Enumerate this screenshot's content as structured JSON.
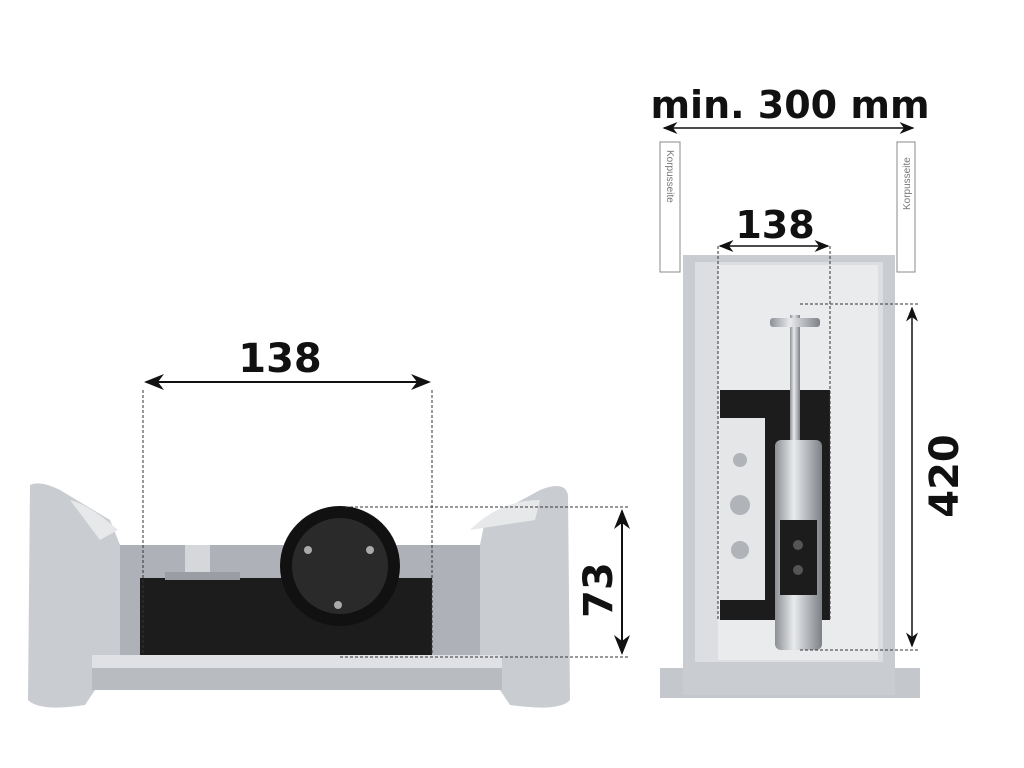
{
  "front_view": {
    "width_label": "138",
    "height_label": "73"
  },
  "top_view": {
    "cabinet_width_label": "min. 300 mm",
    "inner_width_label": "138",
    "length_label": "420",
    "side_panel_left": "Korpusseite",
    "side_panel_right": "Korpusseite"
  },
  "colors": {
    "drawer_gray": "#c9ccd1",
    "device_black": "#1c1c1c",
    "dimension_text": "#111111"
  }
}
